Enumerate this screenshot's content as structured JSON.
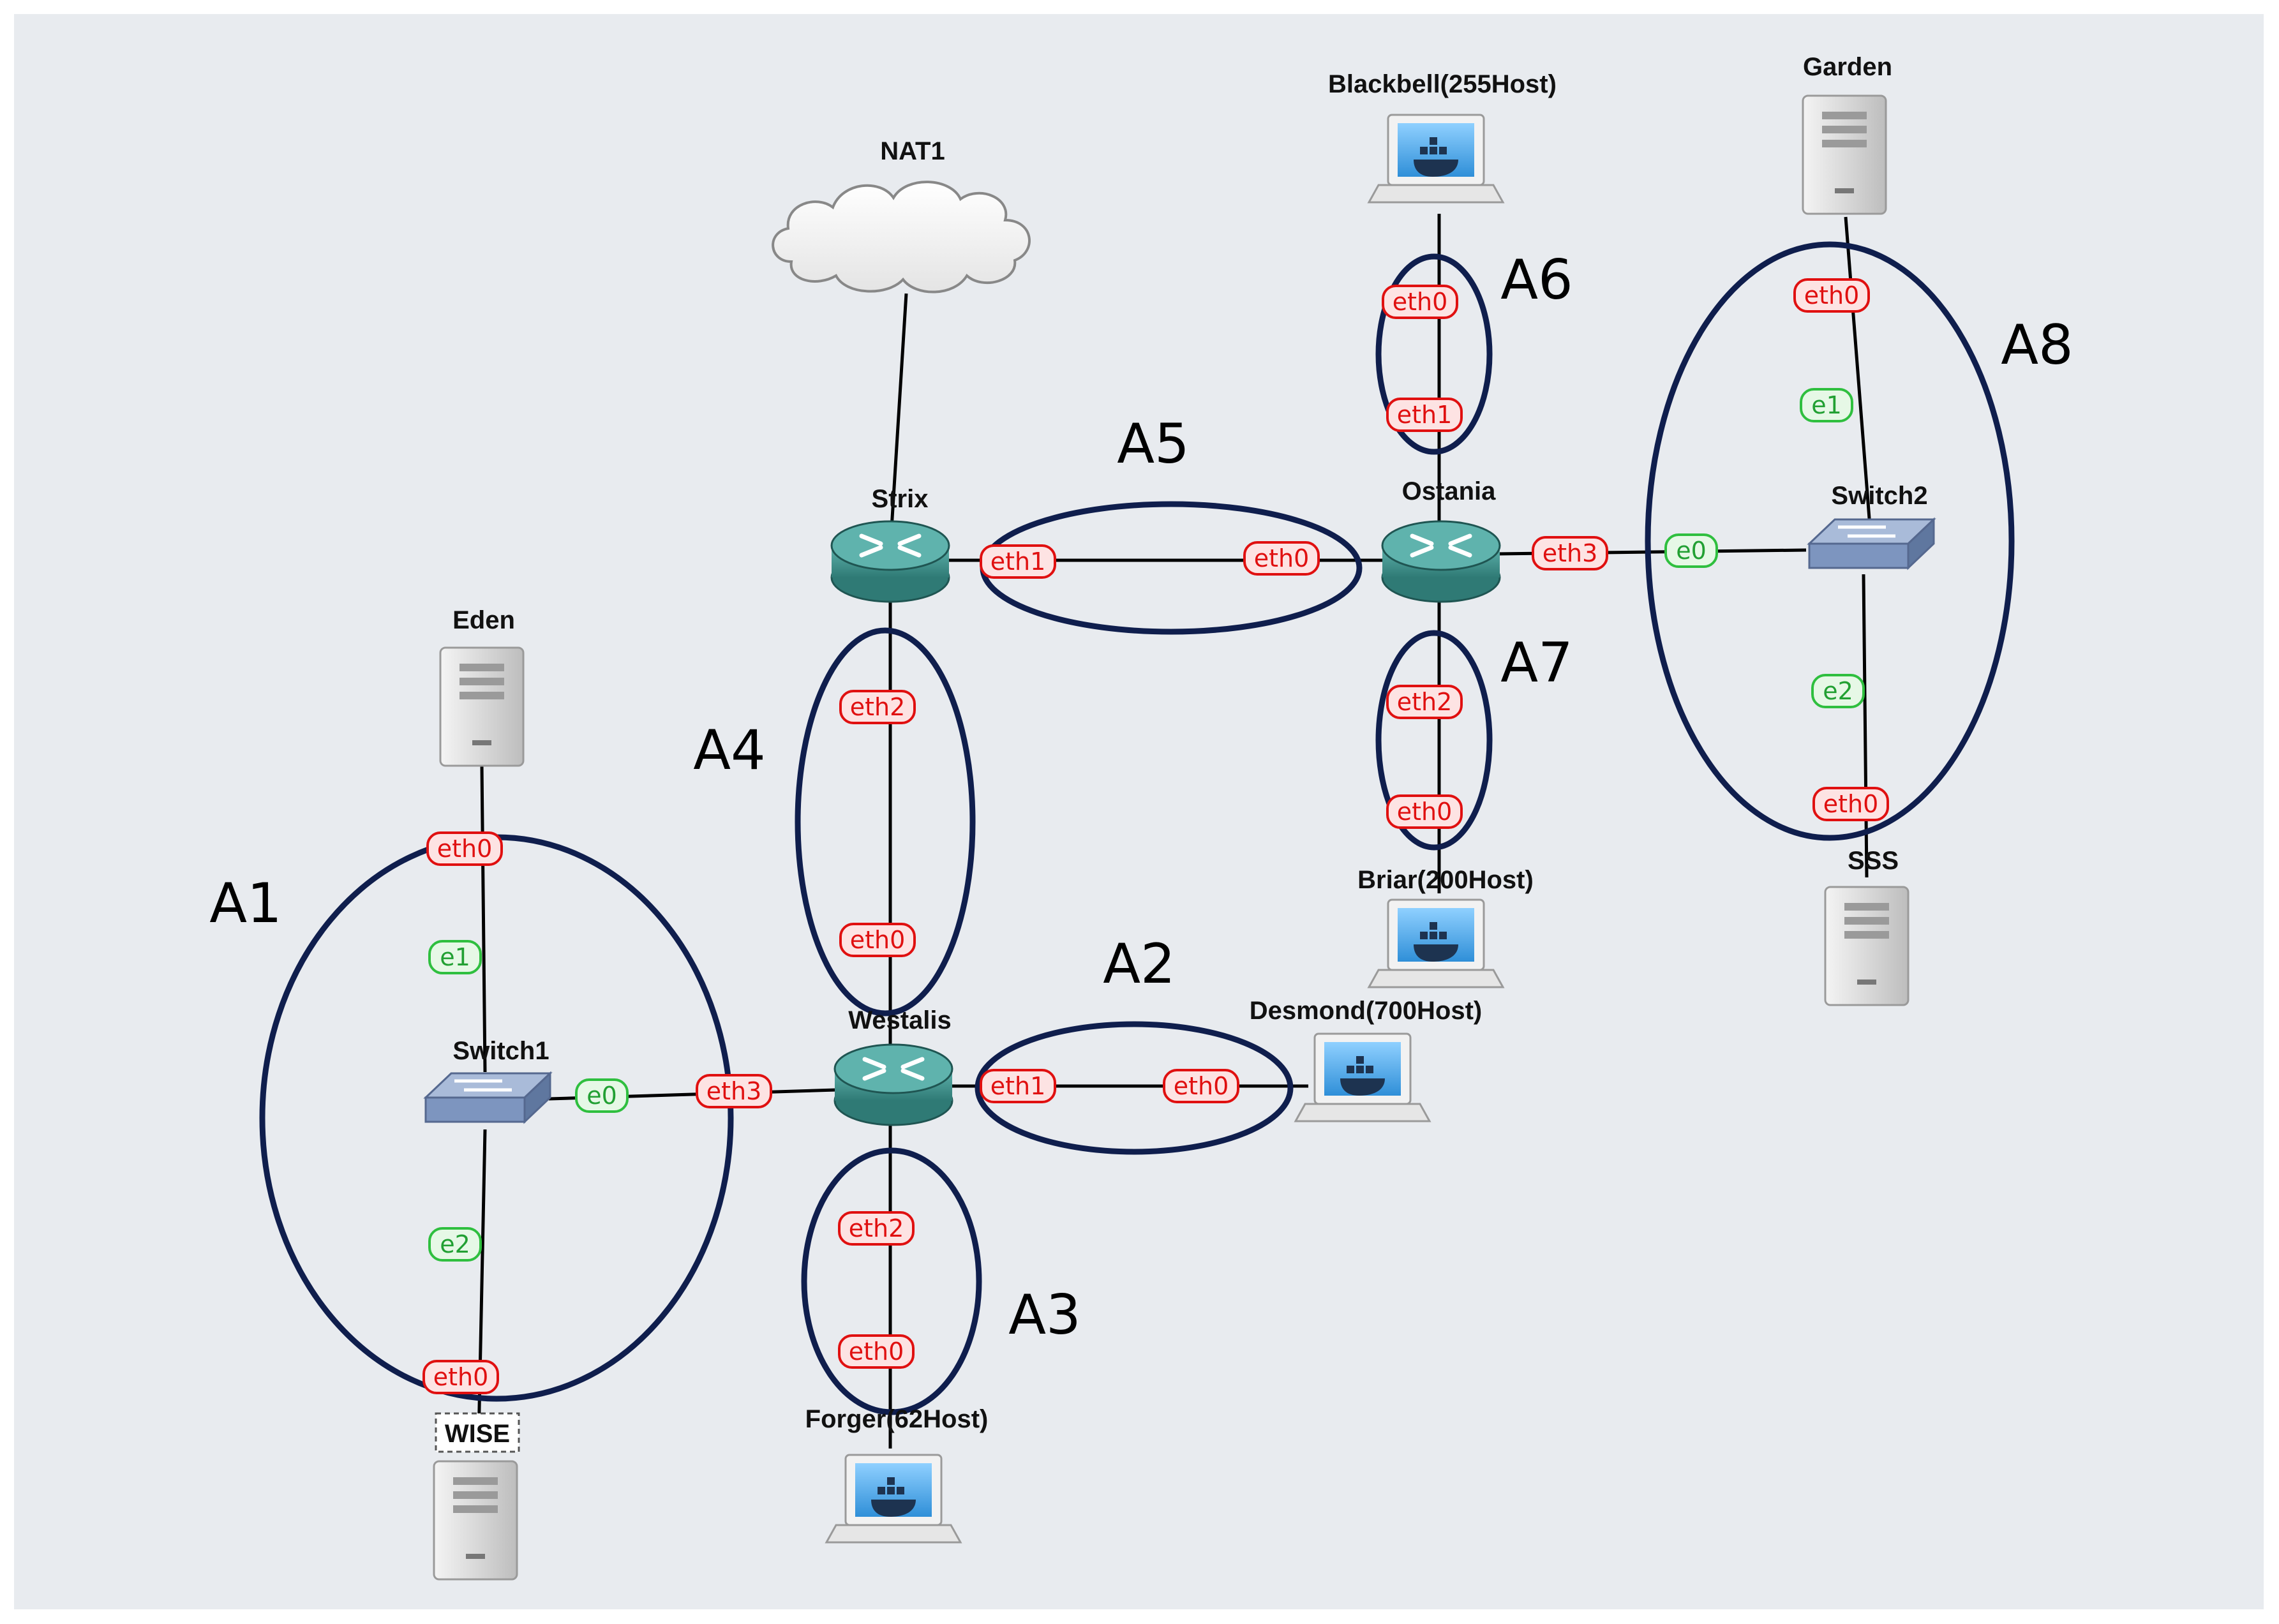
{
  "colors": {
    "background": "#e8ebef",
    "link": "#000000",
    "area_outline": "#0f1e4d",
    "eth_port_fill": "#fde3e3",
    "eth_port_border": "#e01010",
    "eth_port_text": "#e01010",
    "e_port_fill": "#e6f8e6",
    "e_port_border": "#2fbf3f",
    "e_port_text": "#22a033",
    "router_body": "#3f8f8a",
    "switch_body": "#7d95bf"
  },
  "nodes": {
    "nat1": {
      "label": "NAT1",
      "icon": "cloud-icon"
    },
    "strix": {
      "label": "Strix",
      "icon": "router-icon"
    },
    "ostania": {
      "label": "Ostania",
      "icon": "router-icon"
    },
    "westalis": {
      "label": "Westalis",
      "icon": "router-icon"
    },
    "switch1": {
      "label": "Switch1",
      "icon": "switch-icon"
    },
    "switch2": {
      "label": "Switch2",
      "icon": "switch-icon"
    },
    "eden": {
      "label": "Eden",
      "icon": "server-icon"
    },
    "wise": {
      "label": "WISE",
      "icon": "server-icon"
    },
    "garden": {
      "label": "Garden",
      "icon": "server-icon"
    },
    "sss": {
      "label": "SSS",
      "icon": "server-icon"
    },
    "blackbell": {
      "label": "Blackbell(255Host)",
      "icon": "docker-host-icon"
    },
    "briar": {
      "label": "Briar(200Host)",
      "icon": "docker-host-icon"
    },
    "desmond": {
      "label": "Desmond(700Host)",
      "icon": "docker-host-icon"
    },
    "forger": {
      "label": "Forger(62Host)",
      "icon": "docker-host-icon"
    }
  },
  "areas": {
    "a1": "A1",
    "a2": "A2",
    "a3": "A3",
    "a4": "A4",
    "a5": "A5",
    "a6": "A6",
    "a7": "A7",
    "a8": "A8"
  },
  "ports": {
    "eden_eth0": "eth0",
    "switch1_e1": "e1",
    "switch1_e0": "e0",
    "switch1_e2": "e2",
    "wise_eth0": "eth0",
    "westalis_eth3": "eth3",
    "westalis_eth1": "eth1",
    "desmond_eth0": "eth0",
    "westalis_eth2": "eth2",
    "forger_eth0": "eth0",
    "strix_eth2": "eth2",
    "westalis_eth0": "eth0",
    "strix_eth1": "eth1",
    "ostania_eth0": "eth0",
    "blackbell_eth0": "eth0",
    "ostania_eth1": "eth1",
    "ostania_eth2": "eth2",
    "briar_eth0": "eth0",
    "ostania_eth3": "eth3",
    "switch2_e0": "e0",
    "garden_eth0": "eth0",
    "switch2_e1": "e1",
    "switch2_e2": "e2",
    "sss_eth0": "eth0"
  }
}
